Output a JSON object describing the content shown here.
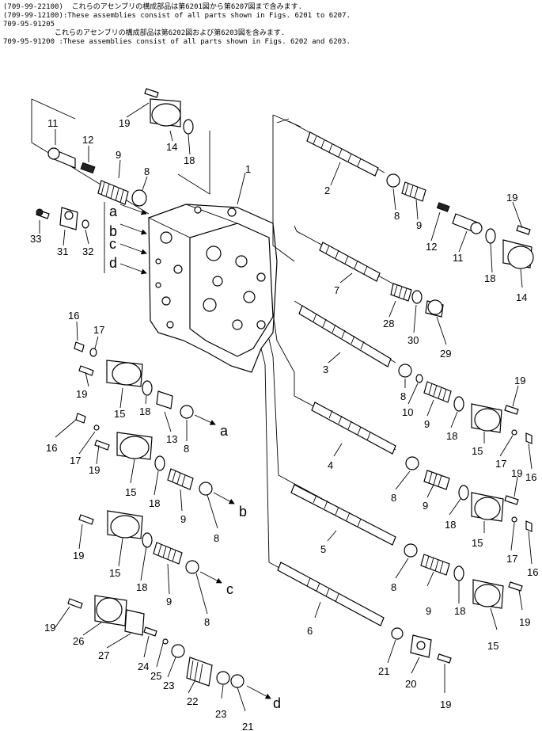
{
  "header": {
    "lines": [
      "(709-99-22100)  これらのアセンブリの構成部品は第6201図から第6207図まで含みます.",
      "(709-99-12100):These assemblies consist of all parts shown in Figs. 6201 to 6207.",
      "709-95-91205",
      "            これらのアセンブリの構成部品は第6202図および第6203図を含みます.",
      "709-95-91200 :These assemblies consist of all parts shown in Figs. 6202 and 6203."
    ],
    "brace": "{"
  },
  "callouts": [
    {
      "id": "c11a",
      "text": "11"
    },
    {
      "id": "c12a",
      "text": "12"
    },
    {
      "id": "c9a",
      "text": "9"
    },
    {
      "id": "c8a",
      "text": "8"
    },
    {
      "id": "c19a",
      "text": "19"
    },
    {
      "id": "c14a",
      "text": "14"
    },
    {
      "id": "c18a",
      "text": "18"
    },
    {
      "id": "c1",
      "text": "1"
    },
    {
      "id": "c2",
      "text": "2"
    },
    {
      "id": "c8b",
      "text": "8"
    },
    {
      "id": "c9b",
      "text": "9"
    },
    {
      "id": "c12b",
      "text": "12"
    },
    {
      "id": "c11b",
      "text": "11"
    },
    {
      "id": "c19b",
      "text": "19"
    },
    {
      "id": "c18b",
      "text": "18"
    },
    {
      "id": "c14b",
      "text": "14"
    },
    {
      "id": "c33",
      "text": "33"
    },
    {
      "id": "c31",
      "text": "31"
    },
    {
      "id": "c32",
      "text": "32"
    },
    {
      "id": "c7",
      "text": "7"
    },
    {
      "id": "c28",
      "text": "28"
    },
    {
      "id": "c30",
      "text": "30"
    },
    {
      "id": "c29",
      "text": "29"
    },
    {
      "id": "c3",
      "text": "3"
    },
    {
      "id": "c16a",
      "text": "16"
    },
    {
      "id": "c17a",
      "text": "17"
    },
    {
      "id": "c19c",
      "text": "19"
    },
    {
      "id": "c15a",
      "text": "15"
    },
    {
      "id": "c18c",
      "text": "18"
    },
    {
      "id": "c13",
      "text": "13"
    },
    {
      "id": "c8c",
      "text": "8"
    },
    {
      "id": "c8d",
      "text": "8"
    },
    {
      "id": "c10",
      "text": "10"
    },
    {
      "id": "c9c",
      "text": "9"
    },
    {
      "id": "c18d",
      "text": "18"
    },
    {
      "id": "c19d",
      "text": "19"
    },
    {
      "id": "c15b",
      "text": "15"
    },
    {
      "id": "c17b",
      "text": "17"
    },
    {
      "id": "c16b",
      "text": "16"
    },
    {
      "id": "c4",
      "text": "4"
    },
    {
      "id": "c16c",
      "text": "16"
    },
    {
      "id": "c17c",
      "text": "17"
    },
    {
      "id": "c19e",
      "text": "19"
    },
    {
      "id": "c15c",
      "text": "15"
    },
    {
      "id": "c18e",
      "text": "18"
    },
    {
      "id": "c9d",
      "text": "9"
    },
    {
      "id": "c8e",
      "text": "8"
    },
    {
      "id": "c8f",
      "text": "8"
    },
    {
      "id": "c9e",
      "text": "9"
    },
    {
      "id": "c18f",
      "text": "18"
    },
    {
      "id": "c19f",
      "text": "19"
    },
    {
      "id": "c15d",
      "text": "15"
    },
    {
      "id": "c17d",
      "text": "17"
    },
    {
      "id": "c16d",
      "text": "16"
    },
    {
      "id": "c5",
      "text": "5"
    },
    {
      "id": "c19g",
      "text": "19"
    },
    {
      "id": "c15e",
      "text": "15"
    },
    {
      "id": "c18g",
      "text": "18"
    },
    {
      "id": "c9f",
      "text": "9"
    },
    {
      "id": "c8g",
      "text": "8"
    },
    {
      "id": "c8h",
      "text": "8"
    },
    {
      "id": "c9g",
      "text": "9"
    },
    {
      "id": "c18h",
      "text": "18"
    },
    {
      "id": "c15f",
      "text": "15"
    },
    {
      "id": "c19h",
      "text": "19"
    },
    {
      "id": "c6",
      "text": "6"
    },
    {
      "id": "c19i",
      "text": "19"
    },
    {
      "id": "c26",
      "text": "26"
    },
    {
      "id": "c27",
      "text": "27"
    },
    {
      "id": "c24",
      "text": "24"
    },
    {
      "id": "c25",
      "text": "25"
    },
    {
      "id": "c23a",
      "text": "23"
    },
    {
      "id": "c22",
      "text": "22"
    },
    {
      "id": "c23b",
      "text": "23"
    },
    {
      "id": "c21a",
      "text": "21"
    },
    {
      "id": "c21b",
      "text": "21"
    },
    {
      "id": "c20",
      "text": "20"
    },
    {
      "id": "c19j",
      "text": "19"
    }
  ],
  "port_letters": {
    "a_in": "a",
    "b_in": "b",
    "c_in": "c",
    "d_in": "d",
    "a_out": "a",
    "b_out": "b",
    "c_out": "c",
    "d_out": "d"
  }
}
